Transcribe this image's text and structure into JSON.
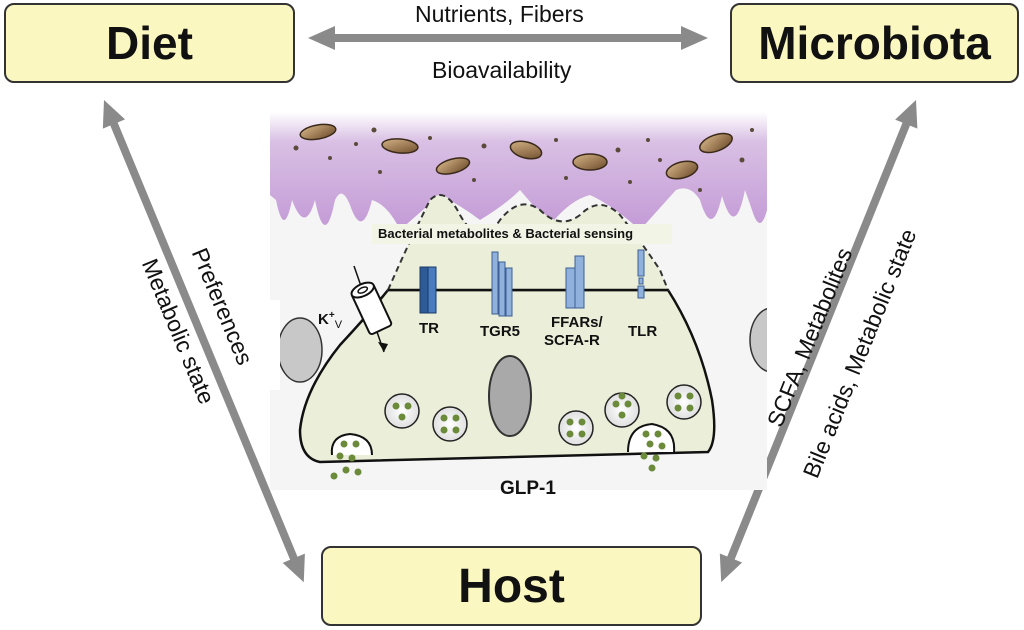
{
  "nodes": {
    "diet": "Diet",
    "microbiota": "Microbiota",
    "host": "Host"
  },
  "edges": {
    "diet_microbiota_top": "Nutrients, Fibers",
    "diet_microbiota_bottom": "Bioavailability",
    "diet_host_a": "Preferences",
    "diet_host_b": "Metabolic state",
    "microbiota_host_a": "SCFA, Metabolites",
    "microbiota_host_b": "Bile acids, Metabolic state"
  },
  "cell": {
    "header": "Bacterial metabolites & Bacterial sensing",
    "channel": "K",
    "channel_sup": "+",
    "channel_sub": "V",
    "receptors": [
      "TR",
      "TGR5",
      "FFARs/",
      "SCFA-R",
      "TLR"
    ],
    "hormone": "GLP-1"
  },
  "colors": {
    "box_fill": "#fbf7c0",
    "arrow": "#8a8a8a",
    "mucus": "#c9a8d8",
    "cell_fill": "#ebefd9",
    "receptor": "#7a9fd0",
    "granule": "#6b8a3a"
  }
}
